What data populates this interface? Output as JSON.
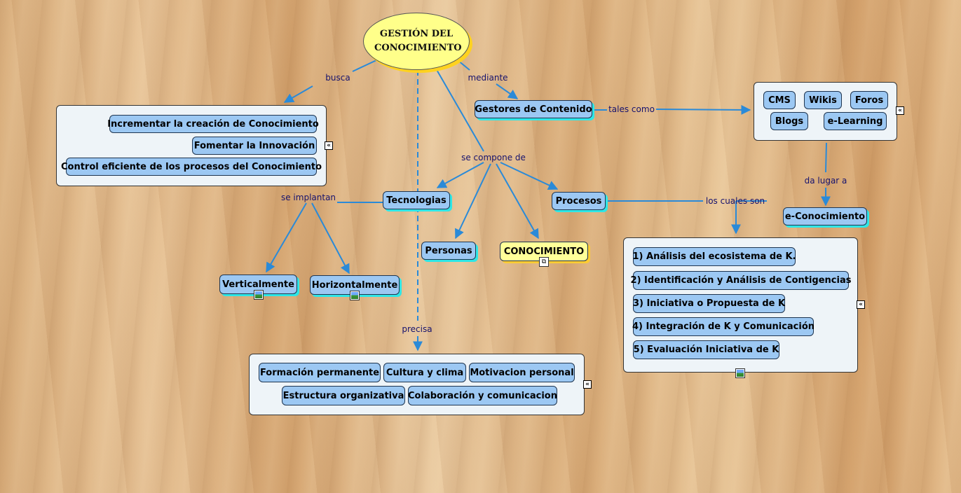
{
  "root": {
    "title": "GESTIÓN DEL CONOCIMIENTO"
  },
  "links": {
    "busca": "busca",
    "mediante": "mediante",
    "tales_como": "tales como",
    "da_lugar_a": "da lugar a",
    "se_compone_de": "se compone de",
    "se_implantan": "se implantan",
    "los_cuales_son": "los cuales son",
    "precisa": "precisa"
  },
  "busca_group": [
    "Incrementar la creación de Conocimiento",
    "Fomentar la Innovación",
    "Control eficiente de los procesos del Conocimiento"
  ],
  "gestores": "Gestores de Contenido",
  "tools": [
    "CMS",
    "Wikis",
    "Foros",
    "Blogs",
    "e-Learning"
  ],
  "econocimiento": "e-Conocimiento",
  "tecnologias": "Tecnologias",
  "procesos": "Procesos",
  "personas": "Personas",
  "conocimiento": "CONOCIMIENTO",
  "vertical": "Verticalmente",
  "horizontal": "Horizontalmente",
  "steps": [
    "1) Análisis del ecosistema de K.",
    "2) Identificación y Análisis de Contigencias",
    "3) Iniciativa o Propuesta de K",
    "4) Integración de K y Comunicación",
    "5) Evaluación Iniciativa de K"
  ],
  "precisa_group": [
    "Formación permanente",
    "Cultura y clima",
    "Motivacion personal",
    "Estructura organizativa",
    "Colaboración y comunicacion"
  ],
  "colors": {
    "node": "#9cc8f3",
    "link": "#2a8ad8",
    "label": "#16126e",
    "root": "#ffff8a"
  }
}
